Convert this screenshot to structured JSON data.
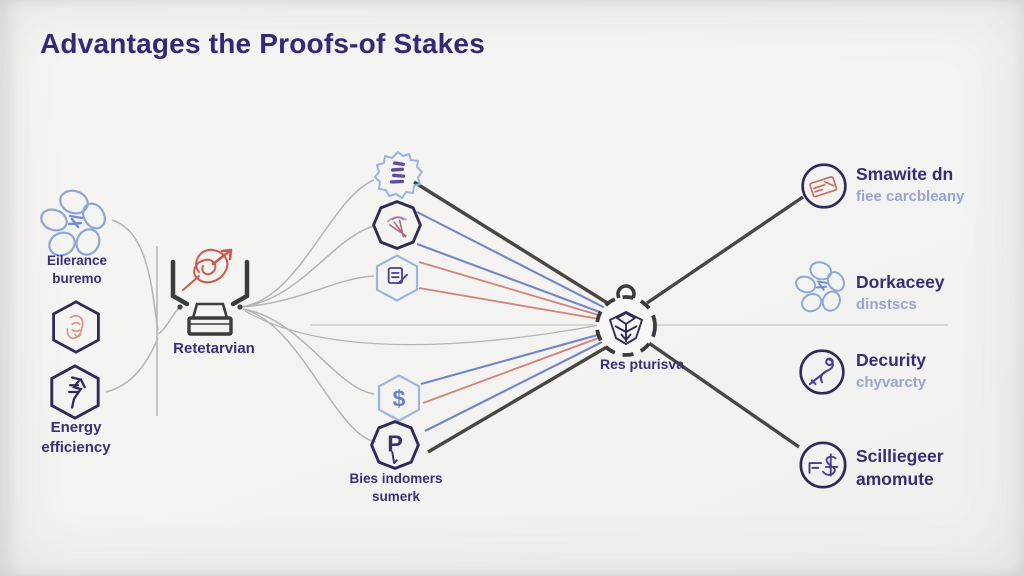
{
  "title": "Advantages the Proofs-of Stakes",
  "palette": {
    "background": "#f4f3f1",
    "title_color": "#342a75",
    "label_dark": "#3a3078",
    "sub_light": "#9aa3d2",
    "line_dark": "#4a4642",
    "line_blue": "#7485c7",
    "line_red": "#d5837a",
    "line_gray": "#b6b4b1",
    "icon_light_blue": "#9db4e0",
    "icon_navy": "#2f2a58",
    "icon_red": "#cf6a5f"
  },
  "left": {
    "tolerance": {
      "line1": "Eilerance",
      "line2": "buremo",
      "icon": "flower-scribble-icon"
    },
    "face_hex": {
      "icon": "face-hexagon-icon"
    },
    "energy": {
      "line1": "Energy",
      "line2": "efficiency",
      "icon": "energy-hexagon-icon"
    }
  },
  "validator": {
    "label": "Retetarvian",
    "icon": "monitor-growth-icon"
  },
  "middle": {
    "label_line1": "Bies indomers",
    "label_line2": "sumerk",
    "badges": [
      {
        "icon": "seal-coins-badge-icon"
      },
      {
        "icon": "octagon-runner-icon"
      },
      {
        "icon": "hexagon-document-icon"
      },
      {
        "icon": "hexagon-dollar-icon",
        "glyph": "$"
      },
      {
        "icon": "octagon-p-icon",
        "glyph": "P"
      }
    ]
  },
  "center": {
    "label": "Res pturisva",
    "icon": "gear-emblem-icon"
  },
  "right": {
    "items": [
      {
        "title": "Smawite dn",
        "subtitle": "fiee carcbleany",
        "icon": "card-circle-icon"
      },
      {
        "title": "Dorkaceey",
        "subtitle": "dinstscs",
        "icon": "flower-scribble-icon"
      },
      {
        "title": "Decurity",
        "subtitle": "chyvarcty",
        "icon": "key-circle-icon"
      },
      {
        "title": "Scilliegeer",
        "subtitle": "amomute",
        "icon": "flag-dollar-circle-icon"
      }
    ]
  }
}
